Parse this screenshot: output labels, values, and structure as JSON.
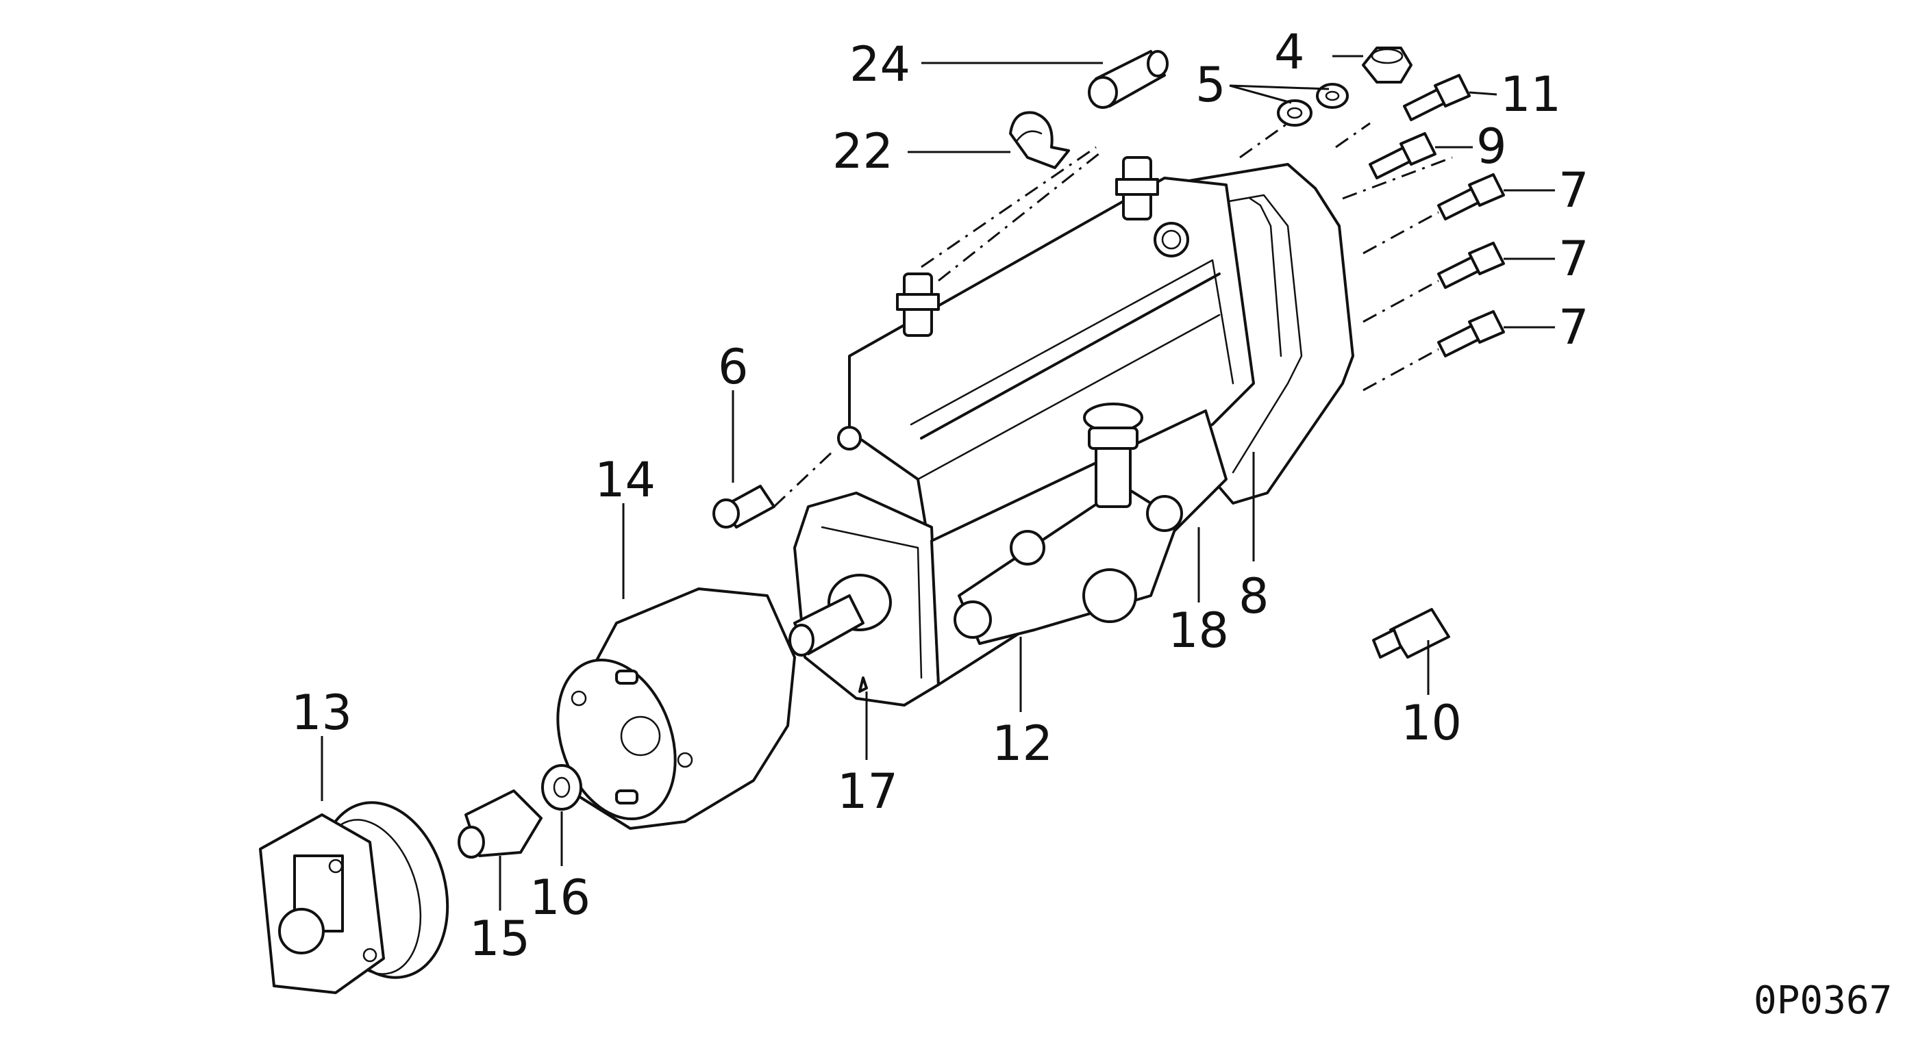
{
  "diagram": {
    "drawing_code": "0P0367",
    "callouts": [
      "24",
      "4",
      "5",
      "11",
      "22",
      "9",
      "7",
      "7",
      "7",
      "6",
      "14",
      "18",
      "8",
      "10",
      "13",
      "17",
      "12",
      "16",
      "15"
    ]
  }
}
